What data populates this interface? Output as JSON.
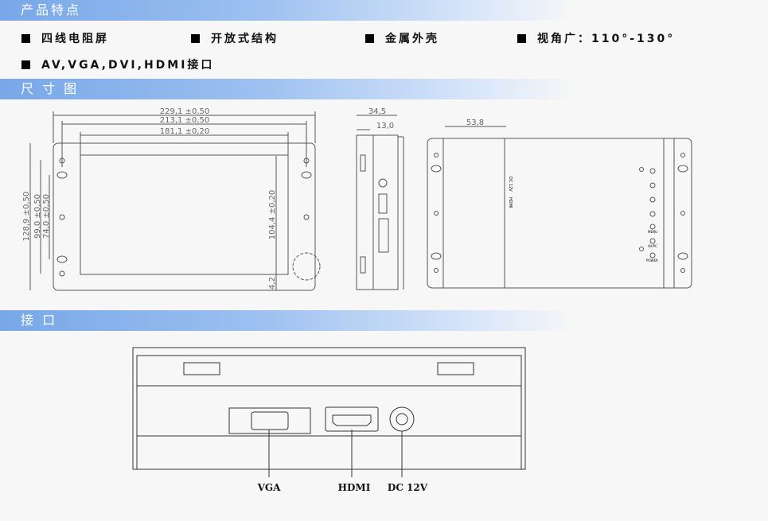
{
  "sections": {
    "features": "产品特点",
    "dimensions": "尺 寸 图",
    "interfaces": "接 口"
  },
  "features": [
    "四线电阻屏",
    "开放式结构",
    "金属外壳",
    "视角广：110°-130°",
    "AV,VGA,DVI,HDMI接口"
  ],
  "dimensions": {
    "w1": "229,1 ±0,50",
    "w2": "213,1 ±0,50",
    "w3": "181,1 ±0,20",
    "h1": "128,9 ±0,50",
    "h2": "99,0 ±0,50",
    "h3": "74,0 ±0,50",
    "h4": "104,4 ±0,20",
    "h5": "4,2",
    "side1": "34,5",
    "side2": "13,0",
    "back1": "53,8"
  },
  "back_labels": {
    "dc": "DC 12V",
    "hdmi": "HDMI",
    "menu": "MENU",
    "avpc": "AV/PC",
    "power": "POWER"
  },
  "ports": {
    "vga": "VGA",
    "hdmi": "HDMI",
    "dc": "DC 12V"
  }
}
